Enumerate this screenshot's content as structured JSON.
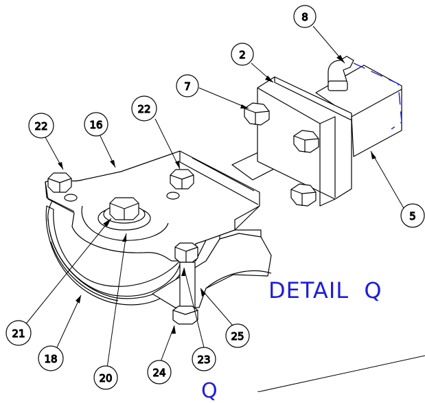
{
  "detail": {
    "title": "DETAIL  Q",
    "bottom_label": "Q"
  },
  "colors": {
    "line": "#000000",
    "annotation_blue": "#1c1cdc"
  },
  "balloons": [
    {
      "id": "b8",
      "label": "8"
    },
    {
      "id": "b2",
      "label": "2"
    },
    {
      "id": "b7",
      "label": "7"
    },
    {
      "id": "b22a",
      "label": "22"
    },
    {
      "id": "b16",
      "label": "16"
    },
    {
      "id": "b22b",
      "label": "22"
    },
    {
      "id": "b5",
      "label": "5"
    },
    {
      "id": "b21",
      "label": "21"
    },
    {
      "id": "b25",
      "label": "25"
    },
    {
      "id": "b18",
      "label": "18"
    },
    {
      "id": "b23",
      "label": "23"
    },
    {
      "id": "b20",
      "label": "20"
    },
    {
      "id": "b24",
      "label": "24"
    }
  ]
}
